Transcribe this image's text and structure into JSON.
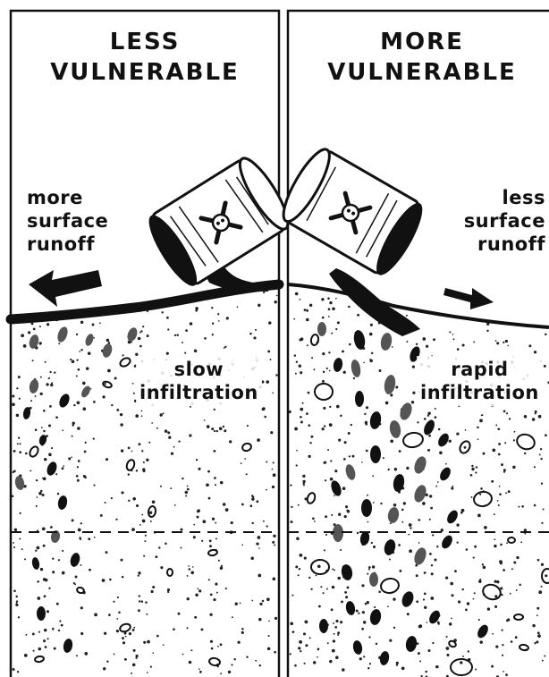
{
  "panels": {
    "left": {
      "title_line1": "LESS",
      "title_line2": "VULNERABLE",
      "runoff_line1": "more",
      "runoff_line2": "surface",
      "runoff_line3": "runoff",
      "infiltration_line1": "slow",
      "infiltration_line2": "infiltration"
    },
    "right": {
      "title_line1": "MORE",
      "title_line2": "VULNERABLE",
      "runoff_line1": "less",
      "runoff_line2": "surface",
      "runoff_line3": "runoff",
      "infiltration_line1": "rapid",
      "infiltration_line2": "infiltration"
    }
  },
  "icons": [
    "spilled-chemical-drum-icon",
    "skull-and-crossbones-icon",
    "runoff-arrow-icon"
  ],
  "colors": {
    "ink": "#111111",
    "paper": "#ffffff"
  }
}
